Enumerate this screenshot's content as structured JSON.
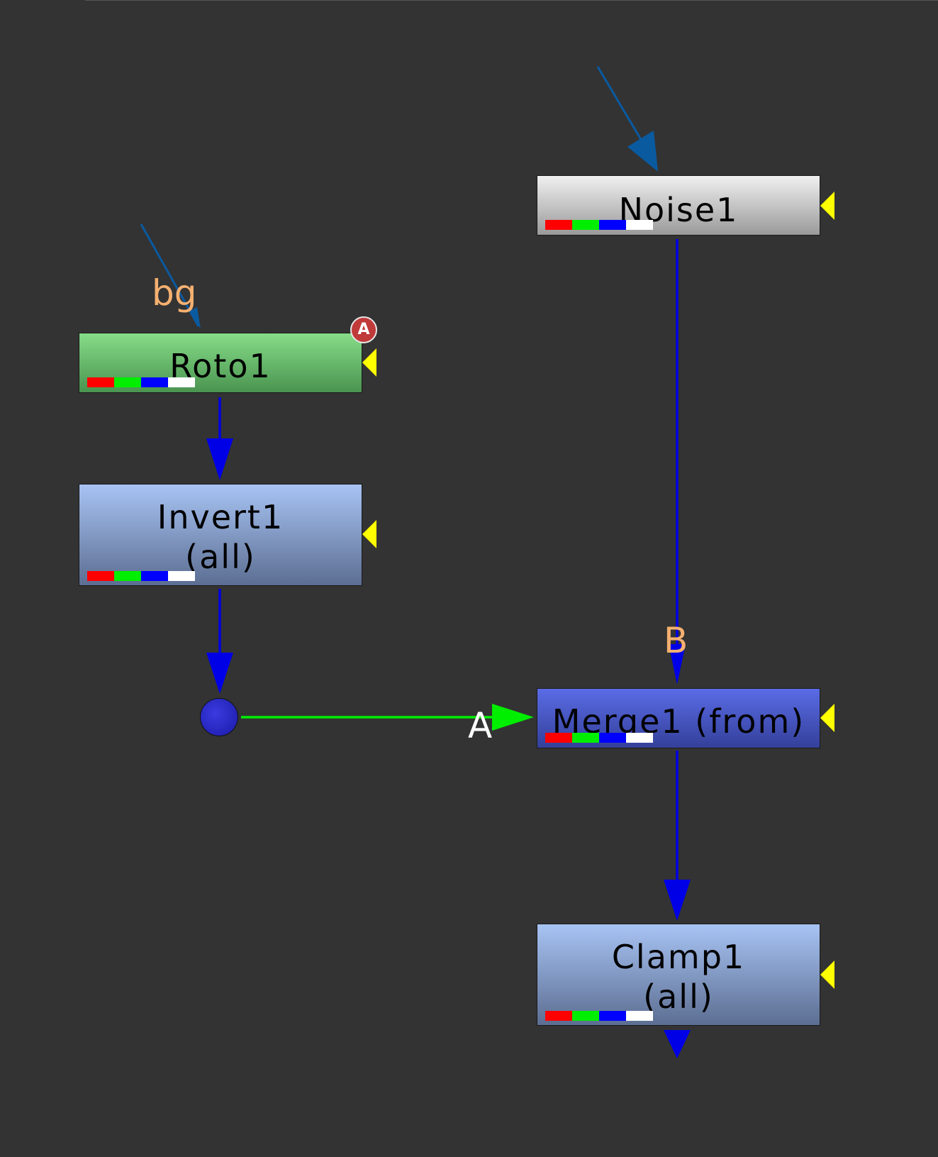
{
  "colors": {
    "background": "#333333",
    "pipe": "#0000e6",
    "mask_pipe": "#00ee00",
    "input_pipe": "#0a5aa0",
    "input_label": "#f5b070",
    "handle": "#ffff00"
  },
  "nodes": {
    "noise": {
      "label": "Noise1",
      "lines": [
        "Noise1"
      ]
    },
    "roto": {
      "label": "Roto1",
      "lines": [
        "Roto1"
      ],
      "badge": "A"
    },
    "invert": {
      "label": "Invert1 (all)",
      "lines": [
        "Invert1",
        "(all)"
      ]
    },
    "merge": {
      "label": "Merge1 (from)",
      "lines": [
        "Merge1 (from)"
      ]
    },
    "clamp": {
      "label": "Clamp1 (all)",
      "lines": [
        "Clamp1",
        "(all)"
      ]
    }
  },
  "inputs": {
    "roto_bg": "bg",
    "merge_b": "B",
    "merge_a": "A"
  },
  "icons": {
    "handle": "yellow-triangle-handle-icon",
    "channels": "rgba-channel-bar-icon",
    "dot": "dot-node-icon"
  }
}
